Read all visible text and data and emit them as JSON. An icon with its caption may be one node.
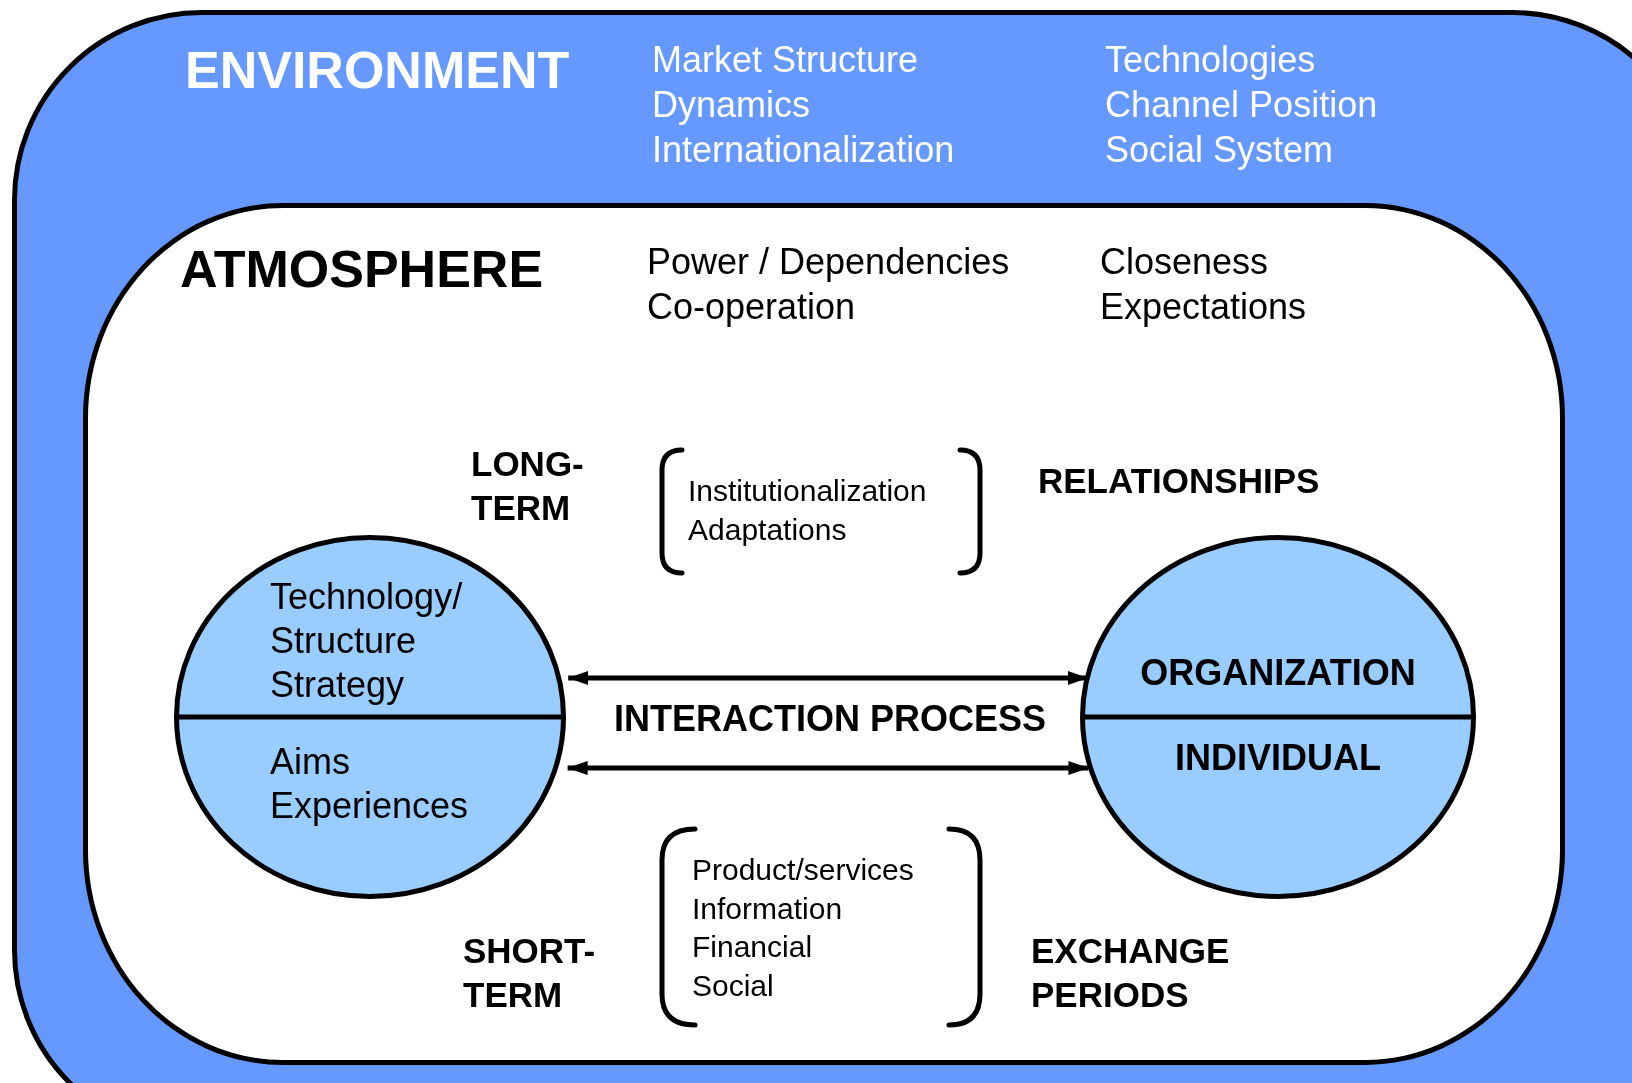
{
  "diagram": {
    "nodes": [
      {
        "text": [
          "ENVIRONMENT",
          "Market Structure Dynamics Internationalization",
          "Technologies Channel Position Social System"
        ]
      },
      {
        "text": [
          "ATMOSPHERE",
          "Power / Dependencies Co-operation",
          "Closeness Expectations"
        ],
        "in": 0
      },
      {
        "text": [
          "Technology/ Structure Strategy",
          "Aims Experiences"
        ],
        "in": 1
      },
      {
        "text": [
          "ORGANIZATION",
          "INDIVIDUAL"
        ],
        "in": 1
      }
    ],
    "edges": [
      {
        "from": 2,
        "to": 3,
        "arrow": "both"
      },
      {
        "from": 2,
        "to": 3,
        "arrow": "both"
      }
    ],
    "labels": [
      "LONG- TERM",
      "Institutionalization Adaptations",
      "RELATIONSHIPS",
      "INTERACTION PROCESS",
      "SHORT- TERM",
      "Product/services Information Financial Social",
      "EXCHANGE PERIODS"
    ]
  }
}
